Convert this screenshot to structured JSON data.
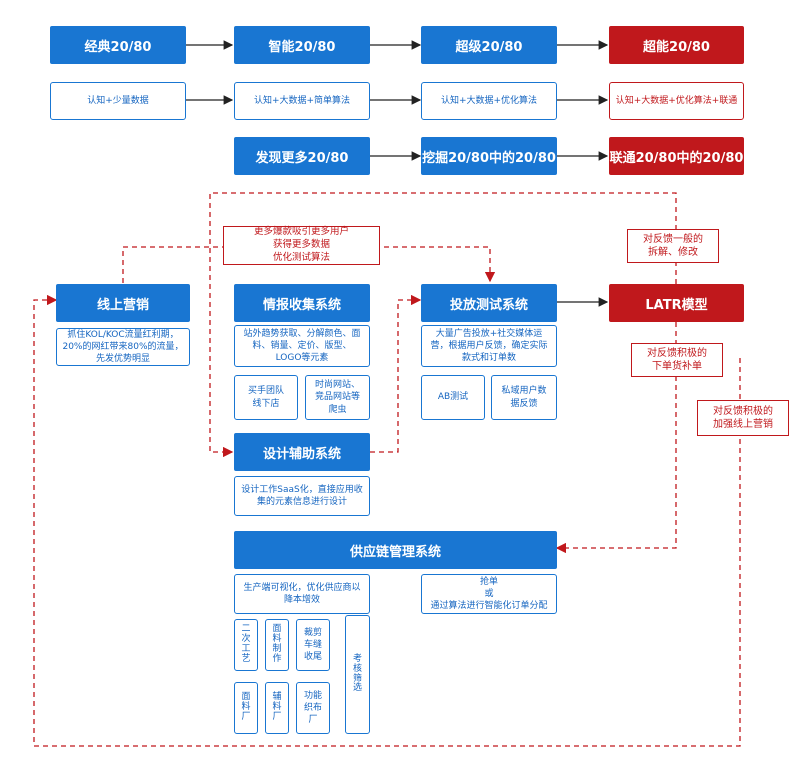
{
  "rows": {
    "row1": [
      "经典20/80",
      "智能20/80",
      "超级20/80",
      "超能20/80"
    ],
    "row2": [
      "认知+少量数据",
      "认知+大数据+简单算法",
      "认知+大数据+优化算法",
      "认知+大数据+优化算法+联通"
    ],
    "row3": [
      "发现更多20/80",
      "挖掘20/80中的20/80",
      "联通20/80中的20/80"
    ]
  },
  "notes": {
    "center_top": "更多爆款吸引更多用户\n获得更多数据\n优化测试算法",
    "latr_feedback_general": "对反馈一般的\n拆解、修改",
    "latr_feedback_positive_order": "对反馈积极的\n下单货补单",
    "latr_feedback_positive_marketing": "对反馈积极的\n加强线上营销"
  },
  "systems": {
    "online_marketing": {
      "title": "线上营销",
      "desc": "抓住KOL/KOC流量红利期，20%的网红带来80%的流量，先发优势明显"
    },
    "intel_collection": {
      "title": "情报收集系统",
      "desc": "站外趋势获取、分解颜色、面料、销量、定价、版型、LOGO等元素",
      "sub1": "买手团队\n线下店",
      "sub2": "时尚网站、\n竞品网站等\n爬虫"
    },
    "test_launch": {
      "title": "投放测试系统",
      "desc": "大量广告投放+社交媒体运营，根据用户反馈，确定实际款式和订单数",
      "sub1": "AB测试",
      "sub2": "私域用户数\n据反馈"
    },
    "latr": {
      "title": "LATR模型"
    },
    "design_assist": {
      "title": "设计辅助系统",
      "desc": "设计工作SaaS化，直接应用收集的元素信息进行设计"
    },
    "supply_chain": {
      "title": "供应链管理系统",
      "desc_left": "生产端可视化，优化供应商以降本增效",
      "desc_right": "抢单\n或\n通过算法进行智能化订单分配",
      "cells": [
        "二次工艺",
        "面料制作",
        "裁剪\n车缝\n收尾",
        "面料厂",
        "辅料厂",
        "功能\n织布\n厂",
        "考核筛选"
      ]
    }
  },
  "colors": {
    "blue": "#1976d2",
    "red": "#c0181c"
  }
}
